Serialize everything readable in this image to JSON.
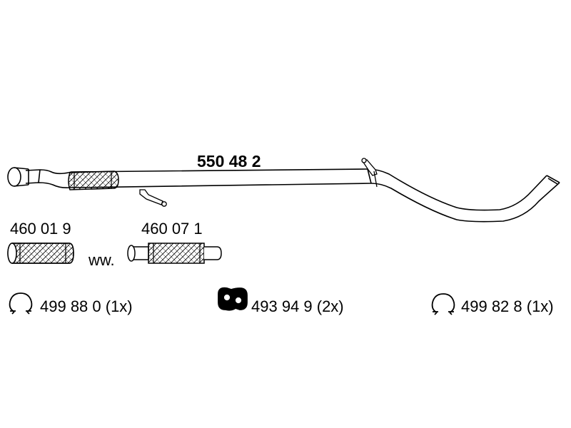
{
  "main_part": {
    "number": "550 48 2"
  },
  "flex_pipes": [
    {
      "number": "460 01 9"
    },
    {
      "number": "460 07 1"
    }
  ],
  "alternative_label": "ww.",
  "mounts": [
    {
      "label": "499 88 0 (1x)",
      "icon": "clamp-icon"
    },
    {
      "label": "493 94 9 (2x)",
      "icon": "rubber-hanger-icon"
    },
    {
      "label": "499 82 8 (1x)",
      "icon": "clamp-icon"
    }
  ],
  "colors": {
    "line": "#000000",
    "fill": "#ffffff"
  }
}
